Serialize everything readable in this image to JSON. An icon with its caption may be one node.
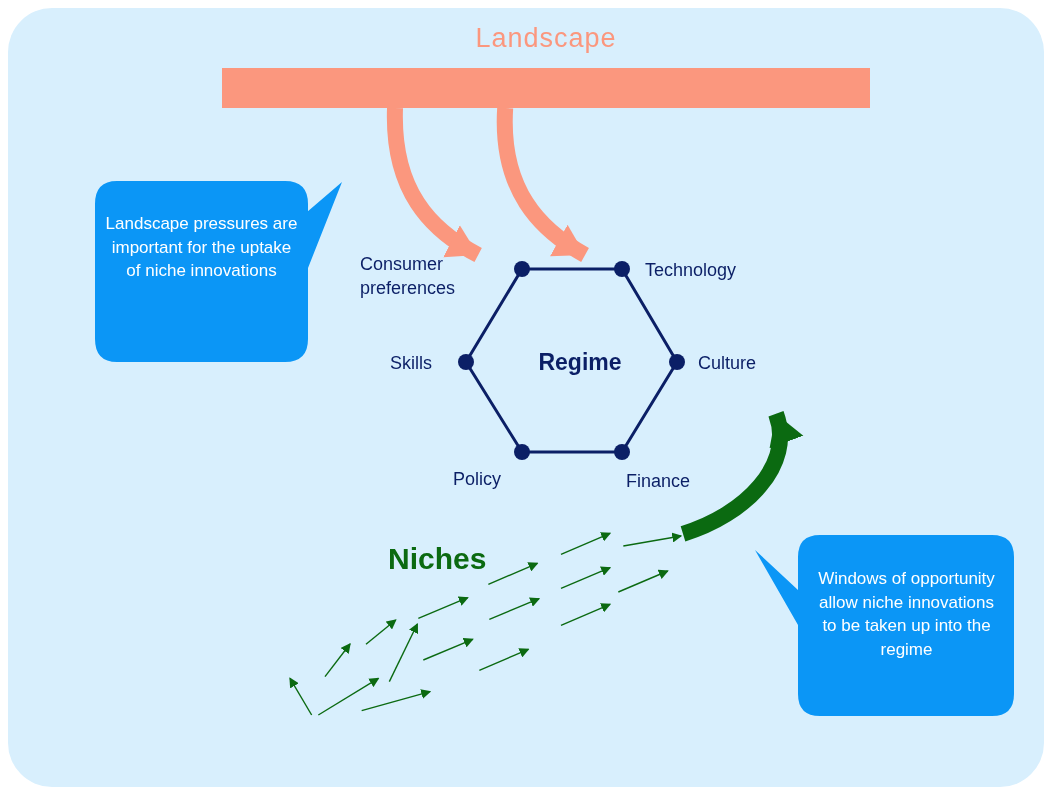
{
  "diagram": {
    "nodes": [
      {
        "text": [
          "Landscape"
        ]
      },
      {
        "text": [
          "Regime"
        ]
      },
      {
        "text": [
          "Niches"
        ]
      },
      {
        "text": [
          "Landscape pressures are important for the uptake of niche innovations"
        ]
      },
      {
        "text": [
          "Windows of opportunity allow niche innovations to be taken up into the regime"
        ]
      }
    ],
    "edges": [
      {
        "from": 0,
        "to": 1,
        "arrow": "to",
        "color": "#fb977e"
      },
      {
        "from": 0,
        "to": 1,
        "arrow": "to",
        "color": "#fb977e"
      },
      {
        "from": 2,
        "to": 1,
        "arrow": "to",
        "color": "#0b6a11"
      }
    ],
    "labels": [
      "Consumer preferences",
      "Technology",
      "Skills",
      "Culture",
      "Policy",
      "Finance"
    ]
  }
}
